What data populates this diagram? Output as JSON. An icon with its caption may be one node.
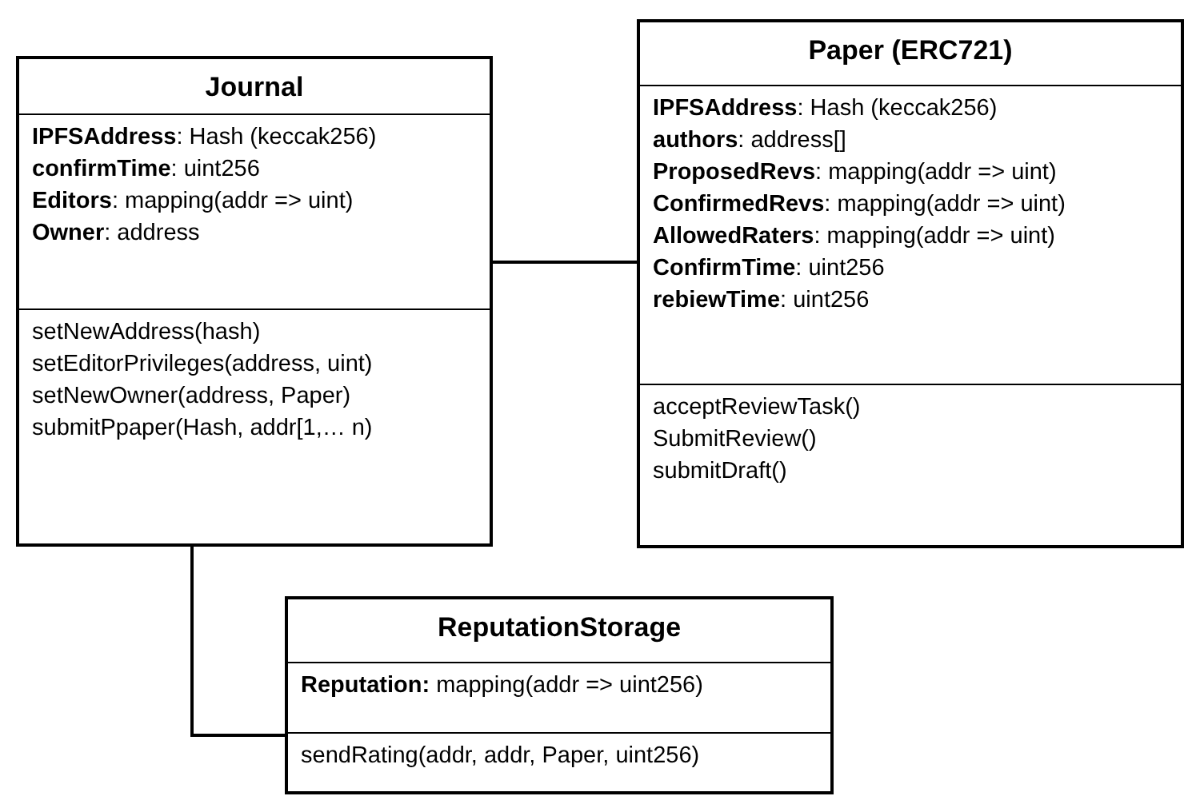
{
  "diagram": {
    "nodes": [
      {
        "text": [
          "Journal"
        ]
      },
      {
        "text": [
          "**IPFSAddress**: Hash (keccak256)",
          "**confirmTime**: uint256",
          "**Editors**: mapping(addr => uint)",
          "**Owner**: address"
        ],
        "in": 0
      },
      {
        "text": [
          "setNewAddress(hash)",
          "setEditorPrivileges(address, uint)",
          "setNewOwner(address, Paper)",
          "submitPpaper(Hash, addr[1,… n)"
        ],
        "in": 0
      },
      {
        "text": [
          "Paper (ERC721)"
        ]
      },
      {
        "text": [
          "**IPFSAddress**: Hash (keccak256)",
          "**authors**: address[]",
          "**ProposedRevs**: mapping(addr => uint)",
          "**ConfirmedRevs**: mapping(addr => uint)",
          "**AllowedRaters**: mapping(addr => uint)",
          "**ConfirmTime**: uint256",
          "**rebiewTime**: uint256"
        ],
        "in": 3
      },
      {
        "text": [
          "acceptReviewTask()",
          "SubmitReview()",
          "submitDraft()"
        ],
        "in": 3
      },
      {
        "text": [
          "ReputationStorage"
        ]
      },
      {
        "text": [
          "**Reputation:** mapping(addr => uint256)"
        ],
        "in": 6
      },
      {
        "text": [
          "sendRating(addr, addr, Paper, uint256)"
        ],
        "in": 6
      }
    ],
    "edges": [
      {
        "from": 0,
        "to": 3,
        "arrow": "none"
      },
      {
        "from": 0,
        "to": 6,
        "arrow": "none"
      }
    ]
  }
}
